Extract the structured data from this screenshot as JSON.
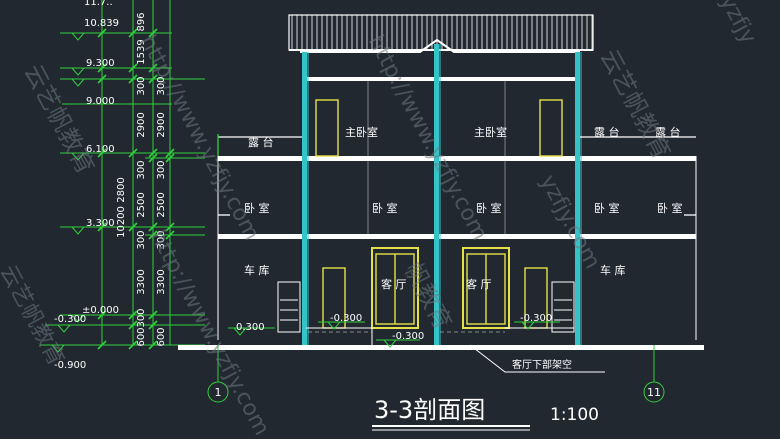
{
  "drawing": {
    "title": "3-3剖面图",
    "scale": "1:100",
    "note_basement": "客厅下部架空",
    "axis_left": "1",
    "axis_right": "11"
  },
  "elevations": {
    "top_partial": "11.7..",
    "e1": "10.839",
    "e2": "9.300",
    "e3": "9.000",
    "e4": "6.100",
    "e5": "3.300",
    "e6": "±0.000",
    "e7": "-0.300",
    "e8": "-0.900",
    "inner_a": "-0.300",
    "inner_b": "-0.300",
    "inner_c": "-0.300",
    "inner_d": "0.300"
  },
  "dimensions": {
    "d896": "896",
    "d1539": "1539",
    "d300a": "300",
    "d300a2": "300",
    "d2900a": "2900",
    "d2900b": "2900",
    "d300b": "300",
    "d300b2": "300",
    "d2500a": "2500",
    "d2500b": "2500",
    "d300c": "300",
    "d300c2": "300",
    "d3300a": "3300",
    "d3300b": "3300",
    "d2800": "2800",
    "d10200": "10200",
    "d600a": "600",
    "d600b": "600",
    "d300d": "300"
  },
  "rooms": {
    "terrace_left": "露 台",
    "master_bed_1": "主卧室",
    "master_bed_2": "主卧室",
    "terrace_right": "露 台",
    "terrace_far": "露 台",
    "bed_1": "卧 室",
    "bed_2": "卧 室",
    "bed_3": "卧 室",
    "bed_4": "卧 室",
    "bed_5": "卧 室",
    "garage_left": "车 库",
    "living_1": "客 厅",
    "living_2": "客 厅",
    "garage_right": "车 库"
  },
  "watermarks": {
    "w1": "http://www.yzfjy.com",
    "w2": "http://www.yzfjy.com",
    "w3": "http://www.yzfjy.com",
    "w4": "云艺帆教育",
    "w5": "云艺帆教育",
    "w6": "帆教育",
    "w7": "yzfjy",
    "w8": "yzfjy.com",
    "w9": "云艺帆教育"
  },
  "colors": {
    "background": "#212830",
    "wall": "#ffffff",
    "column": "#36c3c8",
    "dim_line": "#2fd13b",
    "dim_text": "#ffffff",
    "room_text": "#ffffff",
    "door": "#e5e04a",
    "stairs": "#e5e04a",
    "watermark": "#6e7880"
  }
}
